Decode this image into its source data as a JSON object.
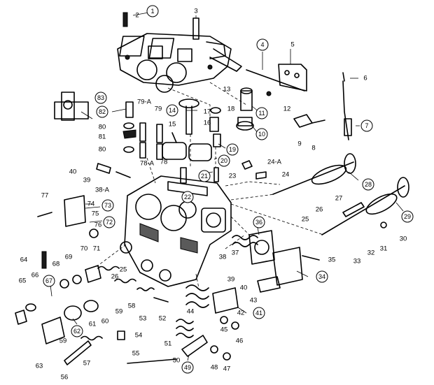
{
  "callouts": [
    {
      "n": "1"
    },
    {
      "n": "4"
    },
    {
      "n": "7"
    },
    {
      "n": "10"
    },
    {
      "n": "11"
    },
    {
      "n": "14"
    },
    {
      "n": "19"
    },
    {
      "n": "20"
    },
    {
      "n": "21"
    },
    {
      "n": "22"
    },
    {
      "n": "28"
    },
    {
      "n": "29"
    },
    {
      "n": "34"
    },
    {
      "n": "36"
    },
    {
      "n": "41"
    },
    {
      "n": "49"
    },
    {
      "n": "62"
    },
    {
      "n": "67"
    },
    {
      "n": "72"
    },
    {
      "n": "73"
    },
    {
      "n": "82"
    },
    {
      "n": "83"
    }
  ],
  "labels": [
    {
      "n": "2"
    },
    {
      "n": "3"
    },
    {
      "n": "5"
    },
    {
      "n": "6"
    },
    {
      "n": "8"
    },
    {
      "n": "9"
    },
    {
      "n": "12"
    },
    {
      "n": "13"
    },
    {
      "n": "15"
    },
    {
      "n": "16"
    },
    {
      "n": "17"
    },
    {
      "n": "18"
    },
    {
      "n": "23"
    },
    {
      "n": "24"
    },
    {
      "n": "24-A"
    },
    {
      "n": "25"
    },
    {
      "n": "25"
    },
    {
      "n": "26"
    },
    {
      "n": "26"
    },
    {
      "n": "27"
    },
    {
      "n": "30"
    },
    {
      "n": "31"
    },
    {
      "n": "32"
    },
    {
      "n": "33"
    },
    {
      "n": "35"
    },
    {
      "n": "37"
    },
    {
      "n": "38"
    },
    {
      "n": "38-A"
    },
    {
      "n": "39"
    },
    {
      "n": "39"
    },
    {
      "n": "40"
    },
    {
      "n": "40"
    },
    {
      "n": "42"
    },
    {
      "n": "43"
    },
    {
      "n": "44"
    },
    {
      "n": "45"
    },
    {
      "n": "46"
    },
    {
      "n": "47"
    },
    {
      "n": "48"
    },
    {
      "n": "50"
    },
    {
      "n": "51"
    },
    {
      "n": "52"
    },
    {
      "n": "53"
    },
    {
      "n": "54"
    },
    {
      "n": "55"
    },
    {
      "n": "56"
    },
    {
      "n": "57"
    },
    {
      "n": "58"
    },
    {
      "n": "59"
    },
    {
      "n": "59"
    },
    {
      "n": "60"
    },
    {
      "n": "61"
    },
    {
      "n": "63"
    },
    {
      "n": "64"
    },
    {
      "n": "65"
    },
    {
      "n": "66"
    },
    {
      "n": "68"
    },
    {
      "n": "69"
    },
    {
      "n": "70"
    },
    {
      "n": "71"
    },
    {
      "n": "74"
    },
    {
      "n": "75"
    },
    {
      "n": "76"
    },
    {
      "n": "77"
    },
    {
      "n": "78"
    },
    {
      "n": "78-A"
    },
    {
      "n": "79"
    },
    {
      "n": "79-A"
    },
    {
      "n": "80"
    },
    {
      "n": "80"
    },
    {
      "n": "81"
    }
  ]
}
